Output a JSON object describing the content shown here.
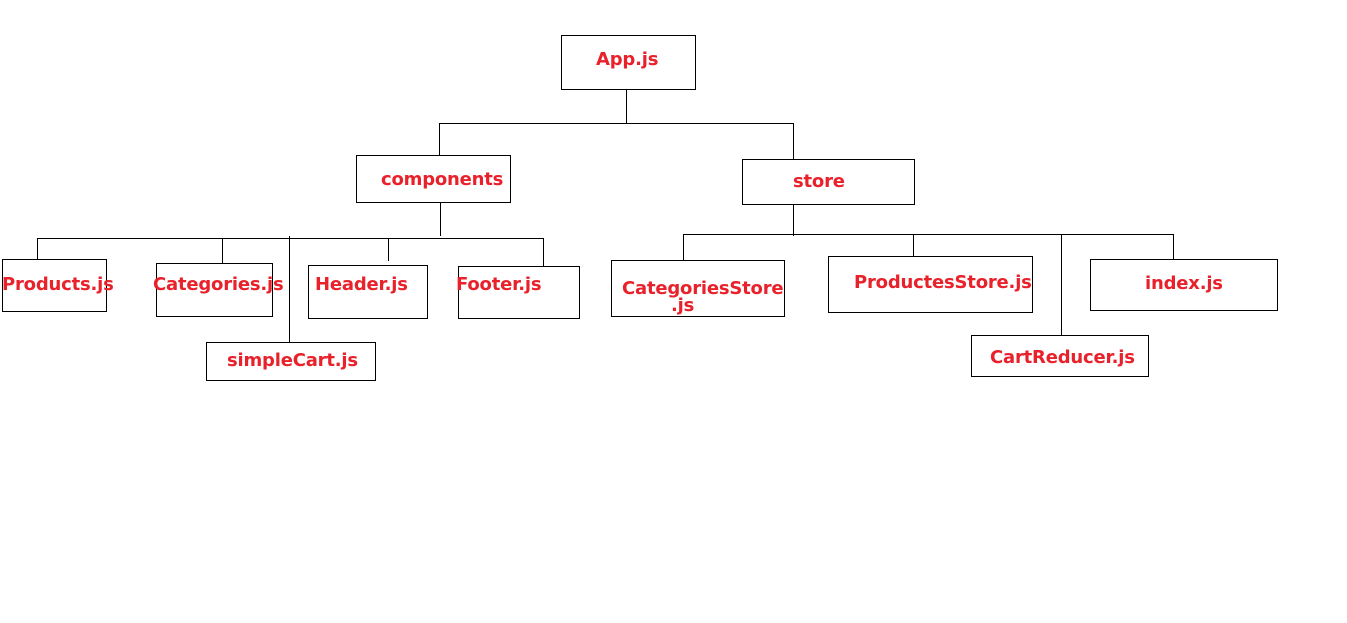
{
  "colors": {
    "label": "#e8212b",
    "border": "#000000",
    "line": "#000000",
    "background": "#ffffff"
  },
  "nodes": {
    "app": "App.js",
    "components": "components",
    "store": "store",
    "products": "Products.js",
    "categories": "Categories.js",
    "header": "Header.js",
    "footer": "Footer.js",
    "simple_cart": "simpleCart.js",
    "categories_store_line1": "CategoriesStore",
    "categories_store_line2": ".js",
    "productes_store": "ProductesStore.js",
    "index": "index.js",
    "cart_reducer": "CartReducer.js"
  }
}
